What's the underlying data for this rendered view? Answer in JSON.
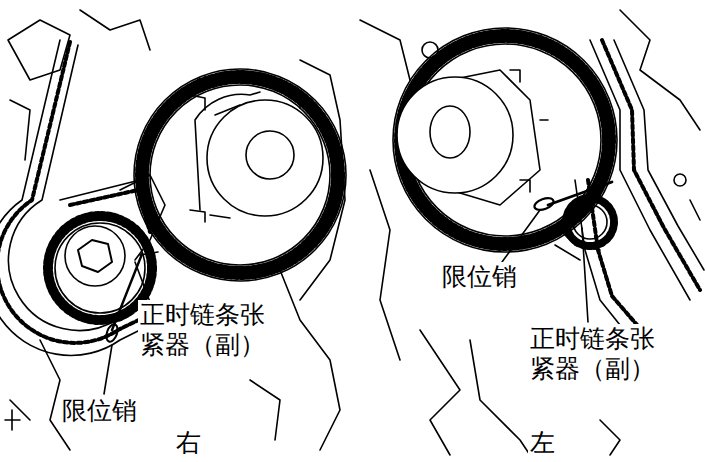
{
  "diagram": {
    "labels": [
      "正时链条张 紧器（副）",
      "限位销",
      "右",
      "限位销",
      "正时链条张 紧器（副）",
      "左"
    ]
  }
}
